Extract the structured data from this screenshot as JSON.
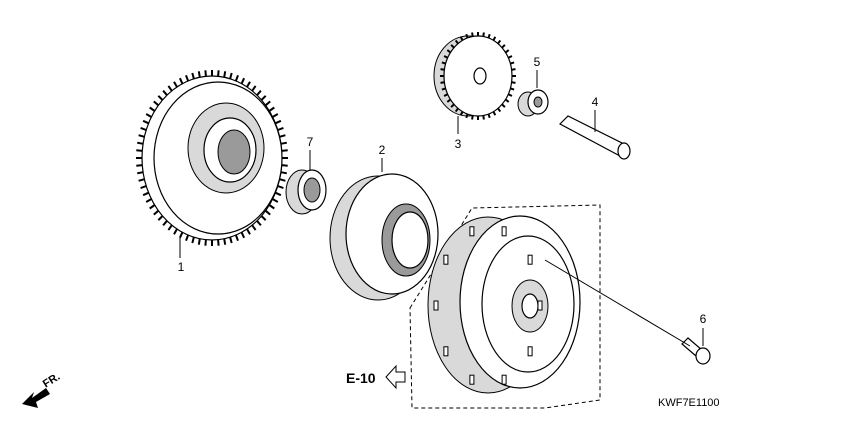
{
  "callouts": [
    {
      "label": "1"
    },
    {
      "label": "2"
    },
    {
      "label": "3"
    },
    {
      "label": "4"
    },
    {
      "label": "5"
    },
    {
      "label": "6"
    },
    {
      "label": "7"
    }
  ],
  "reference": {
    "label": "E-10"
  },
  "orientation": {
    "label": "FR."
  },
  "diagram_code": "KWF7E1100"
}
